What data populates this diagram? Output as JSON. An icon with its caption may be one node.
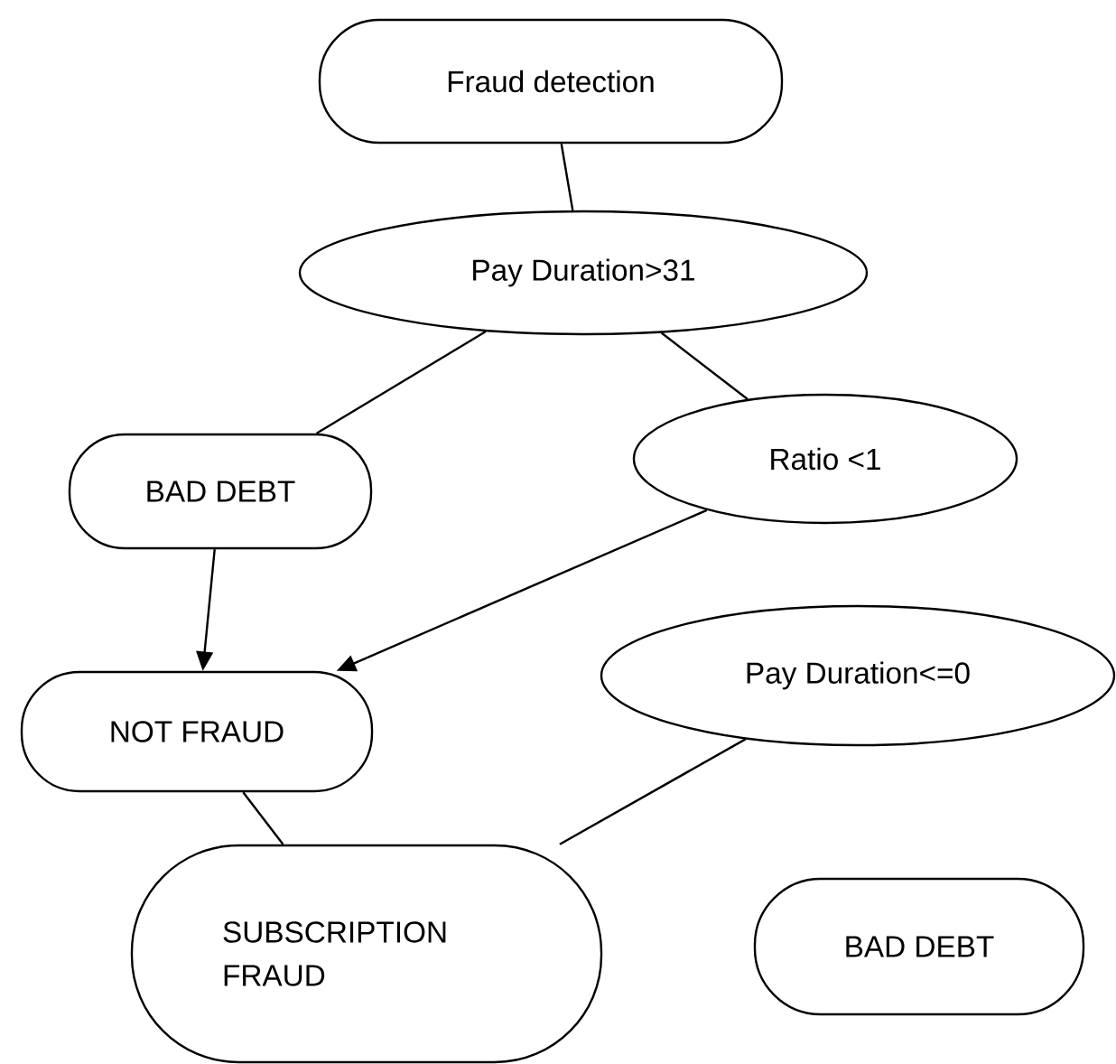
{
  "diagram": {
    "nodes": [
      {
        "text": [
          "Fraud detection"
        ]
      },
      {
        "text": [
          "Pay Duration>31"
        ]
      },
      {
        "text": [
          "BAD DEBT"
        ]
      },
      {
        "text": [
          "Ratio <1"
        ]
      },
      {
        "text": [
          "NOT FRAUD"
        ]
      },
      {
        "text": [
          "Pay Duration<=0"
        ]
      },
      {
        "text": [
          "SUBSCRIPTION FRAUD"
        ]
      },
      {
        "text": [
          "BAD DEBT"
        ]
      }
    ],
    "edges": [
      {
        "from": 0,
        "to": 1,
        "arrow": "none"
      },
      {
        "from": 1,
        "to": 2,
        "arrow": "none"
      },
      {
        "from": 1,
        "to": 3,
        "arrow": "none"
      },
      {
        "from": 2,
        "to": 4,
        "arrow": "to"
      },
      {
        "from": 3,
        "to": 4,
        "arrow": "to"
      },
      {
        "from": 4,
        "to": 6,
        "arrow": "none"
      },
      {
        "from": 5,
        "to": 6,
        "arrow": "none"
      }
    ]
  }
}
